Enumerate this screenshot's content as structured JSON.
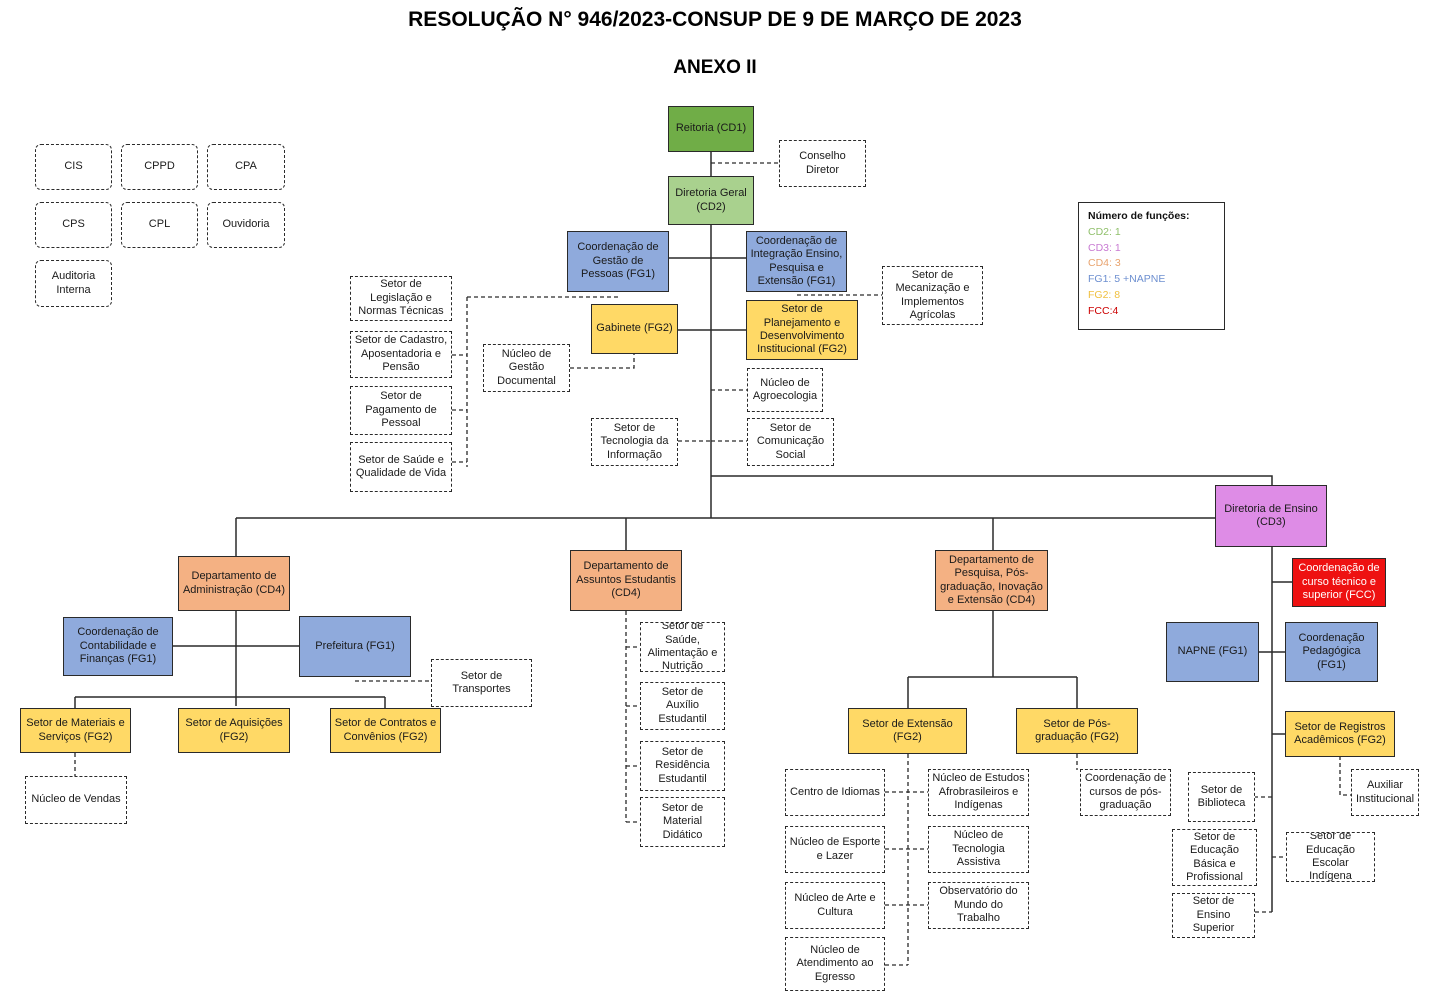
{
  "document": {
    "title": "RESOLUÇÃO N° 946/2023-CONSUP DE 9 DE MARÇO DE 2023",
    "subtitle": "ANEXO II"
  },
  "legend": {
    "title": "Número de funções:",
    "items": [
      {
        "text": "CD2: 1",
        "color": "#8fbf6a"
      },
      {
        "text": "CD3: 1",
        "color": "#c87ad2"
      },
      {
        "text": "CD4: 3",
        "color": "#e8a36e"
      },
      {
        "text": "FG1: 5 +NAPNE",
        "color": "#6d8fd0"
      },
      {
        "text": "FG2: 8",
        "color": "#f0c040"
      },
      {
        "text": "FCC:4",
        "color": "#cc0000"
      }
    ]
  },
  "nodes": {
    "cis": "CIS",
    "cppd": "CPPD",
    "cpa": "CPA",
    "cps": "CPS",
    "cpl": "CPL",
    "ouvidoria": "Ouvidoria",
    "auditoria": "Auditoria Interna",
    "reitoria": "Reitoria (CD1)",
    "conselho": "Conselho Diretor",
    "dirgeral": "Diretoria Geral (CD2)",
    "coord_pessoas": "Coordenação de Gestão de Pessoas (FG1)",
    "coord_integracao": "Coordenação de Integração Ensino, Pesquisa e Extensão (FG1)",
    "mecanizacao": "Setor de Mecanização e Implementos Agrícolas",
    "legislacao": "Setor de Legislação e Normas Técnicas",
    "cadastro": "Setor de Cadastro, Aposentadoria e Pensão",
    "pagamento": "Setor de Pagamento de Pessoal",
    "saude_qv": "Setor de Saúde e Qualidade de Vida",
    "gabinete": "Gabinete (FG2)",
    "nucleo_gestao": "Núcleo de Gestão Documental",
    "planejamento": "Setor de Planejamento e Desenvolvimento Institucional (FG2)",
    "agroecologia": "Núcleo de Agroecologia",
    "comunicacao": "Setor de Comunicação Social",
    "tecnologia": "Setor de Tecnologia da Informação",
    "dir_ensino": "Diretoria de Ensino (CD3)",
    "coord_curso": "Coordenação de curso técnico e superior (FCC)",
    "napne": "NAPNE (FG1)",
    "coord_pedagogica": "Coordenação Pedagógica (FG1)",
    "registros": "Setor de Registros Acadêmicos (FG2)",
    "auxiliar": "Auxiliar Institucional",
    "biblioteca": "Setor de Biblioteca",
    "educ_basica": "Setor de Educação Básica e Profissional",
    "educ_indigena": "Setor de Educação Escolar Indígena",
    "ensino_superior": "Setor de Ensino Superior",
    "dep_admin": "Departamento de Administração (CD4)",
    "coord_contab": "Coordenação de Contabilidade e Finanças (FG1)",
    "prefeitura": "Prefeitura (FG1)",
    "transportes": "Setor de Transportes",
    "materiais": "Setor de Materiais e Serviços (FG2)",
    "aquisicoes": "Setor de Aquisições (FG2)",
    "contratos": "Setor de Contratos e Convênios (FG2)",
    "vendas": "Núcleo de Vendas",
    "dep_assuntos": "Departamento de Assuntos Estudantis (CD4)",
    "saude_alim": "Setor de Saúde, Alimentação e Nutrição",
    "auxilio": "Setor de Auxílio Estudantil",
    "residencia": "Setor de Residência Estudantil",
    "material_didatico": "Setor de Material Didático",
    "dep_pesquisa": "Departamento de Pesquisa, Pós-graduação, Inovação e Extensão (CD4)",
    "extensao": "Setor de Extensão (FG2)",
    "pos_grad": "Setor de Pós-graduação (FG2)",
    "coord_pos": "Coordenação de cursos de pós-graduação",
    "idiomas": "Centro de Idiomas",
    "afro": "Núcleo de Estudos Afrobrasileiros e Indígenas",
    "esporte": "Núcleo de Esporte e Lazer",
    "assistiva": "Núcleo de Tecnologia Assistiva",
    "arte": "Núcleo de Arte e Cultura",
    "observatorio": "Observatório do Mundo do Trabalho",
    "egresso": "Núcleo de Atendimento ao Egresso"
  }
}
